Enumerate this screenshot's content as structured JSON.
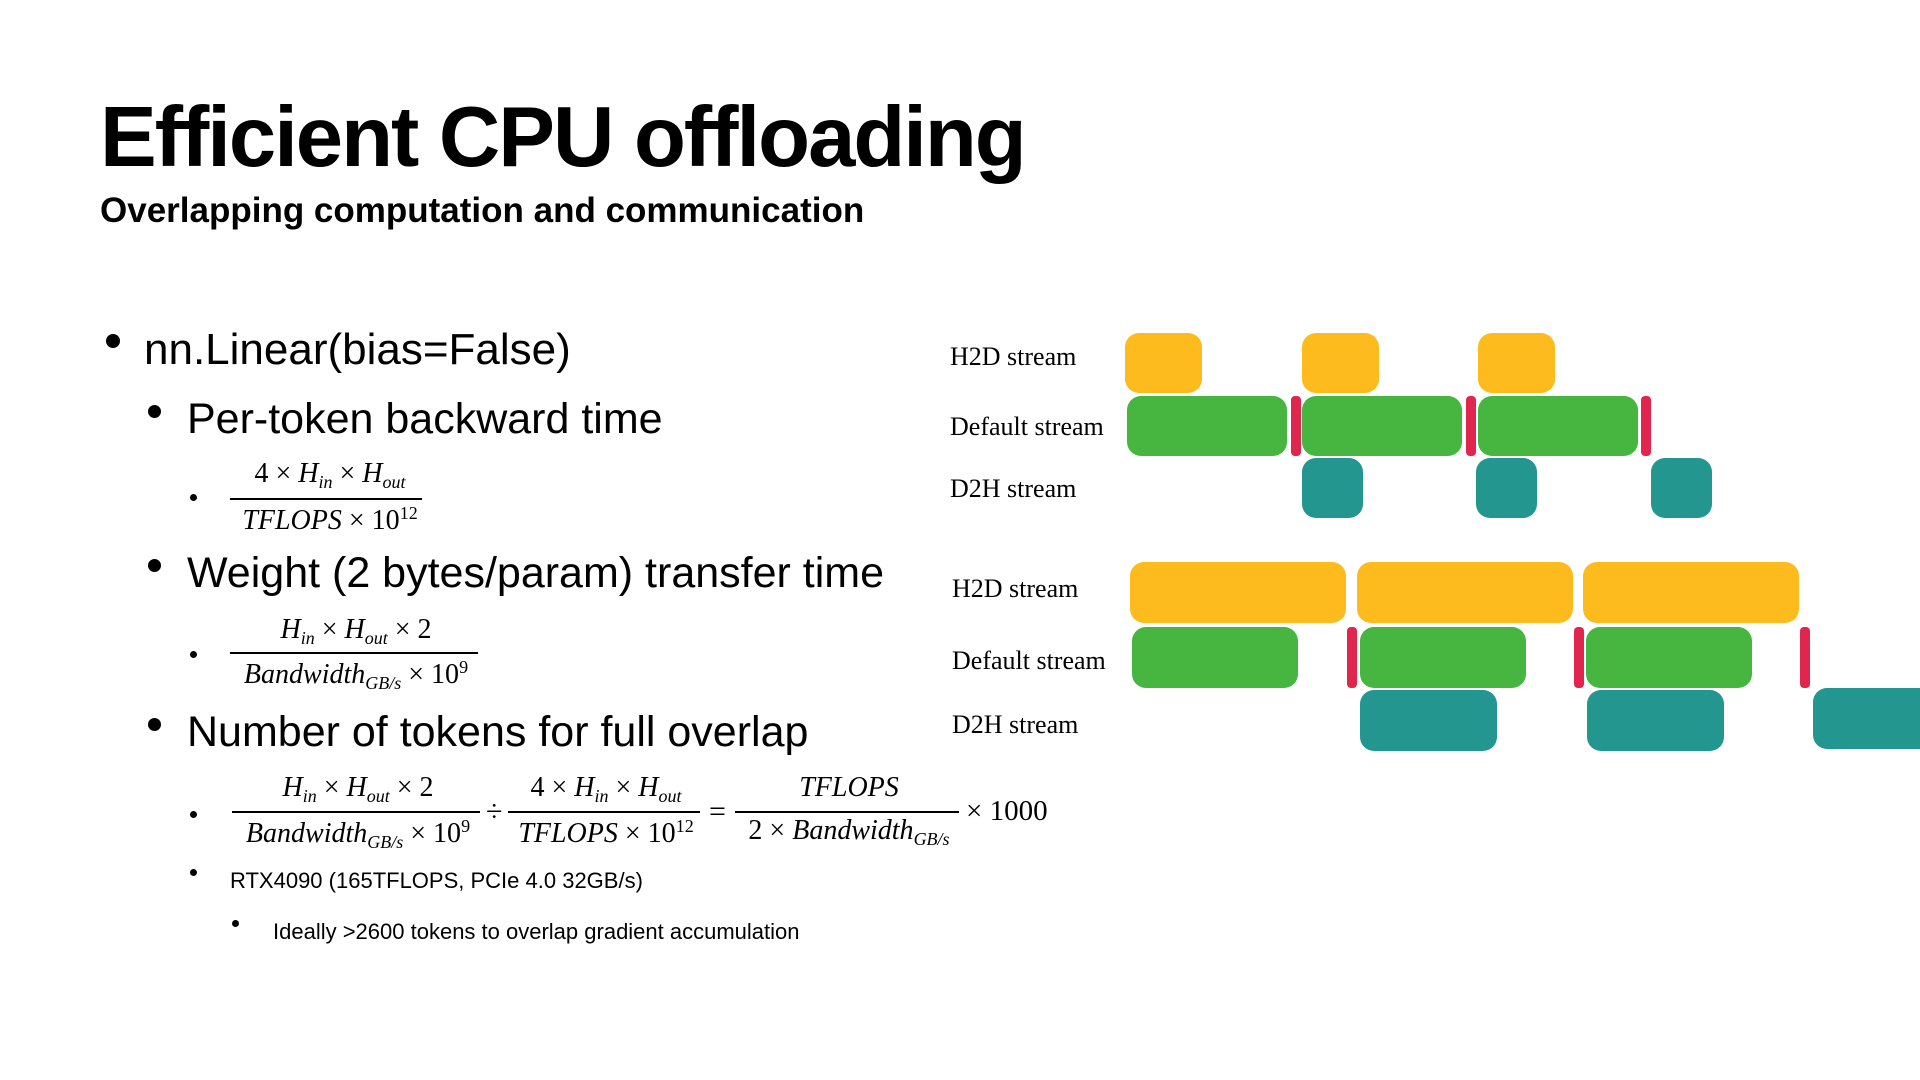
{
  "slide": {
    "title": "Efficient CPU offloading",
    "subtitle": "Overlapping computation and communication"
  },
  "bullets": {
    "b1": "nn.Linear(bias=False)",
    "b2": "Per-token backward time",
    "b3": "Weight (2 bytes/param) transfer time",
    "b4": "Number of tokens for full overlap",
    "b5": "RTX4090 (165TFLOPS, PCIe 4.0 32GB/s)",
    "b6": "Ideally >2600 tokens to overlap gradient accumulation"
  },
  "formulas": {
    "f1": {
      "num": "4 × H_in × H_out",
      "den": "TFLOPS × 10^12"
    },
    "f2": {
      "num": "H_in × H_out × 2",
      "den": "Bandwidth_GB/s × 10^9"
    },
    "f3": {
      "left_num": "H_in × H_out × 2",
      "left_den": "Bandwidth_GB/s × 10^9",
      "div": "÷",
      "mid_num": "4 × H_in × H_out",
      "mid_den": "TFLOPS × 10^12",
      "eq": "=",
      "right_num": "TFLOPS",
      "right_den": "2 × Bandwidth_GB/s",
      "tail": "× 1000"
    }
  },
  "timeline": {
    "top": {
      "h2d_label": "H2D stream",
      "default_label": "Default stream",
      "d2h_label": "D2H stream"
    },
    "bottom": {
      "h2d_label": "H2D stream",
      "default_label": "Default stream",
      "d2h_label": "D2H stream"
    },
    "colors": {
      "h2d": "#FDBB1E",
      "default": "#46B640",
      "d2h": "#23968F",
      "sync": "#E0264E"
    }
  }
}
